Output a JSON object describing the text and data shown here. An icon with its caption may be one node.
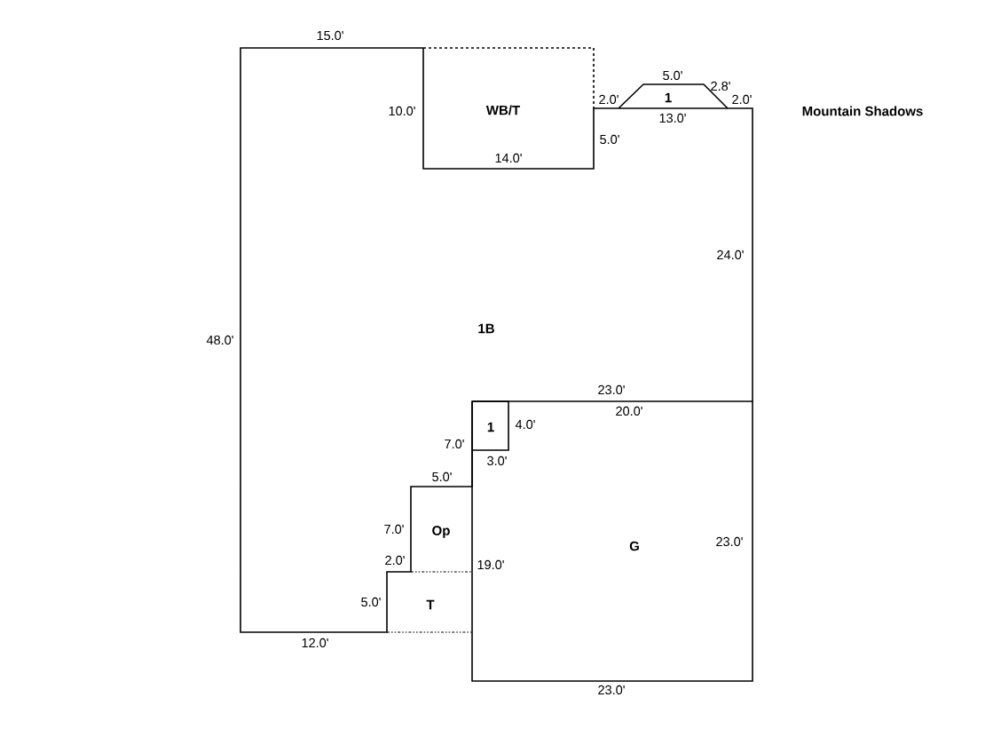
{
  "diagram": {
    "nodes": [
      {
        "text": [
          "WB/T"
        ]
      },
      {
        "text": [
          "1"
        ]
      },
      {
        "text": [
          "1B"
        ]
      },
      {
        "text": [
          "1"
        ]
      },
      {
        "text": [
          "Op"
        ]
      },
      {
        "text": [
          "G"
        ]
      },
      {
        "text": [
          "T"
        ]
      }
    ],
    "labels": [
      "15.0'",
      "10.0'",
      "2.0'",
      "5.0'",
      "2.8'",
      "2.0'",
      "13.0'",
      "5.0'",
      "14.0'",
      "Mountain Shadows",
      "24.0'",
      "48.0'",
      "23.0'",
      "20.0'",
      "4.0'",
      "7.0'",
      "3.0'",
      "5.0'",
      "7.0'",
      "2.0'",
      "19.0'",
      "23.0'",
      "5.0'",
      "12.0'",
      "23.0'"
    ]
  }
}
